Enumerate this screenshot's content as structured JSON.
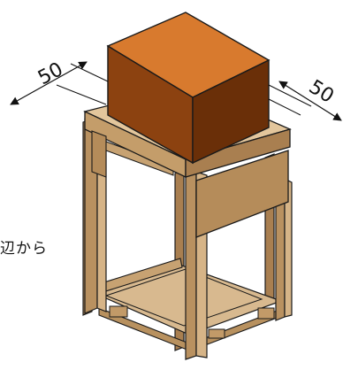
{
  "dimensions": {
    "left": "50",
    "right": "50"
  },
  "note": "辺から",
  "colors": {
    "box_front": "#8c4210",
    "box_top": "#d87a2e",
    "box_side": "#6a2f08",
    "wood": "#b99160",
    "wood_light": "#d6b487",
    "wood_dark": "#7e5a35",
    "outline": "#1a1a1a"
  }
}
